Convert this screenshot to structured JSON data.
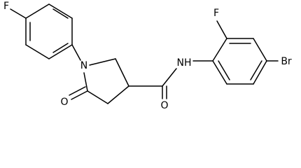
{
  "structure": {
    "atoms": {
      "fluorine_left": "F",
      "fluorine_right": "F",
      "bromine": "Br",
      "ring_nitrogen": "N",
      "ketone_oxygen": "O",
      "amide_oxygen": "O",
      "amide_nh": "NH"
    },
    "colors": {
      "bond": "#000000",
      "label": "#000000",
      "background": "#ffffff"
    }
  }
}
